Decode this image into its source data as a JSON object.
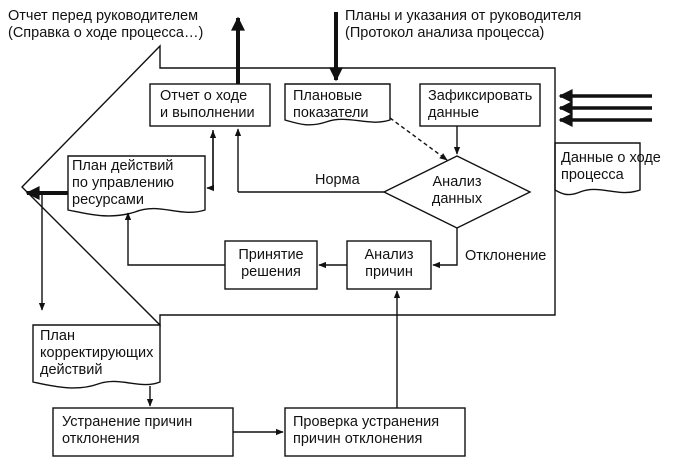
{
  "colors": {
    "stroke": "#111111",
    "background": "#ffffff"
  },
  "top_left": {
    "line1": "Отчет перед руководителем",
    "line2": "(Справка о ходе процесса…)"
  },
  "top_right": {
    "line1": "Планы и указания  от руководителя",
    "line2": "(Протокол анализа процесса)"
  },
  "nodes": {
    "report": {
      "line1": "Отчет о ходе",
      "line2": "и выполнении"
    },
    "planned": {
      "line1": "Плановые",
      "line2": "показатели"
    },
    "record": {
      "line1": "Зафиксировать",
      "line2": "данные"
    },
    "process_data": {
      "line1": "Данные о ходе",
      "line2": "процесса"
    },
    "action_plan": {
      "line1": "План действий",
      "line2": "по управлению",
      "line3": "ресурсами"
    },
    "analysis": {
      "line1": "Анализ",
      "line2": "данных"
    },
    "decision": {
      "line1": "Принятие",
      "line2": "решения"
    },
    "cause_analysis": {
      "line1": "Анализ",
      "line2": "причин"
    },
    "corrective_plan": {
      "line1": "План",
      "line2": "корректирующих",
      "line3": "действий"
    },
    "eliminate": {
      "line1": "Устранение причин",
      "line2": "отклонения"
    },
    "verify": {
      "line1": "Проверка устранения",
      "line2": "причин отклонения"
    }
  },
  "edge_labels": {
    "norm": "Норма",
    "deviation": "Отклонение"
  }
}
